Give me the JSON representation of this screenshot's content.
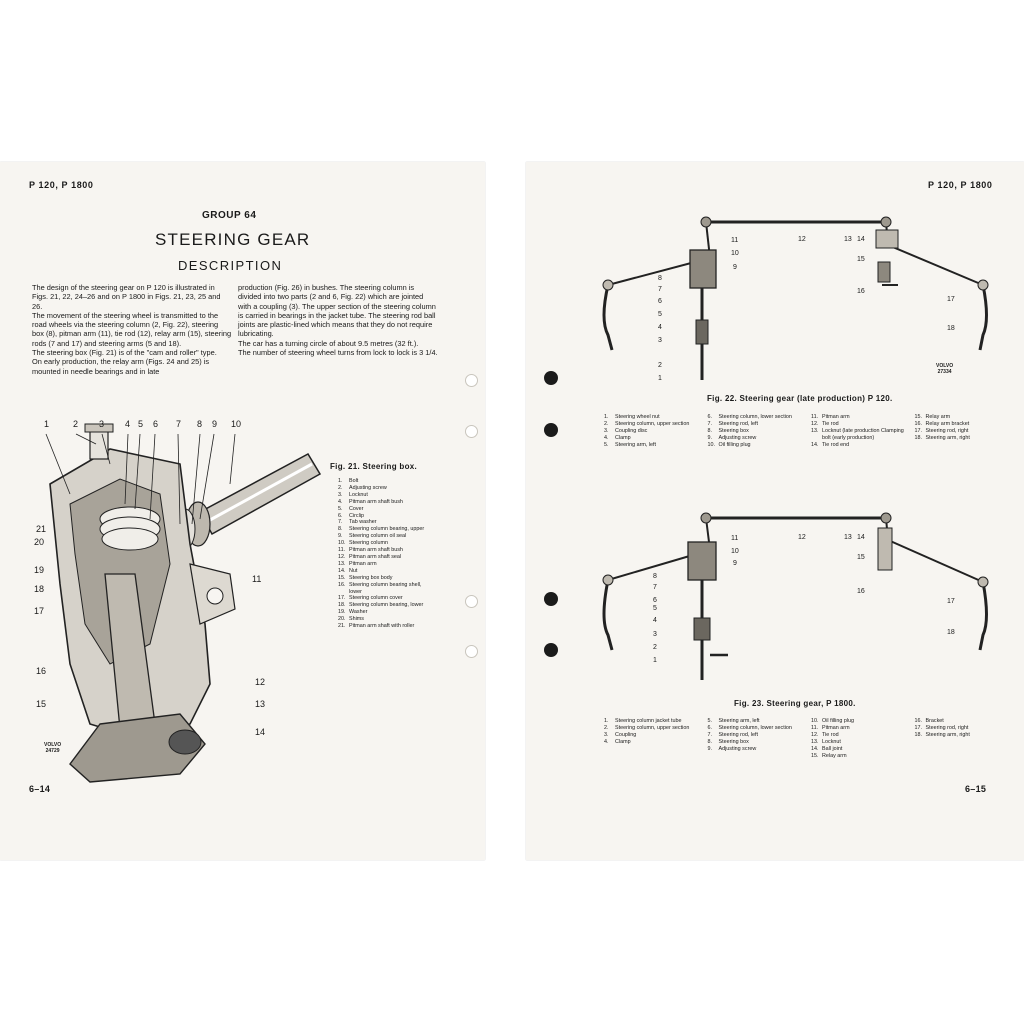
{
  "left_page": {
    "header": "P 120, P 1800",
    "group_label": "GROUP 64",
    "title": "STEERING GEAR",
    "subtitle": "DESCRIPTION",
    "col1": "The design of the steering gear on P 120 is illustrated in Figs. 21, 22, 24–26 and on P 1800 in Figs. 21, 23, 25 and 26.\nThe movement of the steering wheel is transmitted to the road wheels via the steering column (2, Fig. 22), steering box (8), pitman arm (11), tie rod (12), relay arm (15), steering rods (7 and 17) and steering arms (5 and 18).\nThe steering box (Fig. 21) is of the \"cam and roller\" type.\nOn early production, the relay arm (Figs. 24 and 25) is mounted in needle bearings and in late",
    "col2": "production (Fig. 26) in bushes. The steering column is divided into two parts (2 and 6, Fig. 22) which are jointed with a coupling (3). The upper section of the steering column is carried in bearings in the jacket tube. The steering rod ball joints are plastic-lined which means that they do not require lubricating.\nThe car has a turning circle of about 9.5 metres (32 ft.).\nThe number of steering wheel turns from lock to lock is 3 1/4.",
    "fig_caption": "Fig. 21.  Steering box.",
    "legend": [
      {
        "n": "1.",
        "t": "Bolt"
      },
      {
        "n": "2.",
        "t": "Adjusting screw"
      },
      {
        "n": "3.",
        "t": "Locknut"
      },
      {
        "n": "4.",
        "t": "Pitman arm shaft bush"
      },
      {
        "n": "5.",
        "t": "Cover"
      },
      {
        "n": "6.",
        "t": "Circlip"
      },
      {
        "n": "7.",
        "t": "Tab washer"
      },
      {
        "n": "8.",
        "t": "Steering column bearing, upper"
      },
      {
        "n": "9.",
        "t": "Steering column oil seal"
      },
      {
        "n": "10.",
        "t": "Steering column"
      },
      {
        "n": "11.",
        "t": "Pitman arm shaft bush"
      },
      {
        "n": "12.",
        "t": "Pitman arm shaft seal"
      },
      {
        "n": "13.",
        "t": "Pitman arm"
      },
      {
        "n": "14.",
        "t": "Nut"
      },
      {
        "n": "15.",
        "t": "Steering box body"
      },
      {
        "n": "16.",
        "t": "Steering column bearing shell, lower"
      },
      {
        "n": "17.",
        "t": "Steering column cover"
      },
      {
        "n": "18.",
        "t": "Steering column bearing, lower"
      },
      {
        "n": "19.",
        "t": "Washer"
      },
      {
        "n": "20.",
        "t": "Shims"
      },
      {
        "n": "21.",
        "t": "Pitman arm shaft with roller"
      }
    ],
    "callouts_top": [
      "1",
      "2",
      "3",
      "4",
      "5",
      "6",
      "7",
      "8",
      "9",
      "10"
    ],
    "callouts_side": [
      "21",
      "20",
      "19",
      "18",
      "17",
      "16",
      "15",
      "11",
      "12",
      "13",
      "14"
    ],
    "stamp_brand": "VOLVO",
    "stamp_number": "24729",
    "page_number": "6–14"
  },
  "right_page": {
    "header": "P 120, P 1800",
    "fig22_caption": "Fig. 22.  Steering gear (late production) P 120.",
    "fig22_stamp_brand": "VOLVO",
    "fig22_stamp_number": "27334",
    "fig22_callouts": [
      "11",
      "10",
      "9",
      "8",
      "7",
      "6",
      "5",
      "4",
      "3",
      "2",
      "1",
      "12",
      "13",
      "14",
      "15",
      "16",
      "17",
      "18"
    ],
    "fig22_legend": [
      [
        {
          "n": "1.",
          "t": "Steering wheel nut"
        },
        {
          "n": "2.",
          "t": "Steering column, upper section"
        },
        {
          "n": "3.",
          "t": "Coupling disc"
        },
        {
          "n": "4.",
          "t": "Clamp"
        },
        {
          "n": "5.",
          "t": "Steering arm, left"
        }
      ],
      [
        {
          "n": "6.",
          "t": "Steering column, lower section"
        },
        {
          "n": "7.",
          "t": "Steering rod, left"
        },
        {
          "n": "8.",
          "t": "Steering box"
        },
        {
          "n": "9.",
          "t": "Adjusting screw"
        },
        {
          "n": "10.",
          "t": "Oil filling plug"
        }
      ],
      [
        {
          "n": "11.",
          "t": "Pitman arm"
        },
        {
          "n": "12.",
          "t": "Tie rod"
        },
        {
          "n": "13.",
          "t": "Locknut (late production Clamping bolt (early production)"
        },
        {
          "n": "14.",
          "t": "Tie rod end"
        }
      ],
      [
        {
          "n": "15.",
          "t": "Relay arm"
        },
        {
          "n": "16.",
          "t": "Relay arm bracket"
        },
        {
          "n": "17.",
          "t": "Steering rod, right"
        },
        {
          "n": "18.",
          "t": "Steering arm, right"
        }
      ]
    ],
    "fig23_caption": "Fig. 23.  Steering gear, P 1800.",
    "fig23_callouts": [
      "11",
      "10",
      "9",
      "8",
      "7",
      "6",
      "5",
      "4",
      "3",
      "2",
      "1",
      "12",
      "13",
      "14",
      "15",
      "16",
      "17",
      "18"
    ],
    "fig23_legend": [
      [
        {
          "n": "1.",
          "t": "Steering column jacket tube"
        },
        {
          "n": "2.",
          "t": "Steering column, upper section"
        },
        {
          "n": "3.",
          "t": "Coupling"
        },
        {
          "n": "4.",
          "t": "Clamp"
        }
      ],
      [
        {
          "n": "5.",
          "t": "Steering arm, left"
        },
        {
          "n": "6.",
          "t": "Steering column, lower section"
        },
        {
          "n": "7.",
          "t": "Steering rod, left"
        },
        {
          "n": "8.",
          "t": "Steering box"
        },
        {
          "n": "9.",
          "t": "Adjusting screw"
        }
      ],
      [
        {
          "n": "10.",
          "t": "Oil filling plug"
        },
        {
          "n": "11.",
          "t": "Pitman arm"
        },
        {
          "n": "12.",
          "t": "Tie rod"
        },
        {
          "n": "13.",
          "t": "Locknut"
        },
        {
          "n": "14.",
          "t": "Ball joint"
        },
        {
          "n": "15.",
          "t": "Relay arm"
        }
      ],
      [
        {
          "n": "16.",
          "t": "Bracket"
        },
        {
          "n": "17.",
          "t": "Steering rod, right"
        },
        {
          "n": "18.",
          "t": "Steering arm, right"
        }
      ]
    ],
    "page_number": "6–15"
  }
}
